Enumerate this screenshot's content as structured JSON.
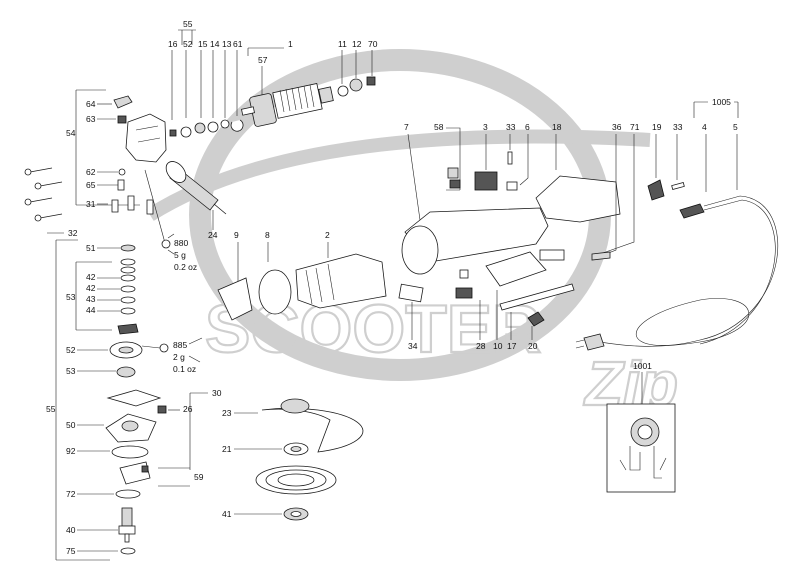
{
  "watermark": {
    "brand_main": "SCOOTER",
    "brand_sub": "Zip"
  },
  "labels": {
    "l55_top": "55",
    "l16": "16",
    "l52_top": "52",
    "l15": "15",
    "l14": "14",
    "l13": "13",
    "l61": "61",
    "l1": "1",
    "l11": "11",
    "l12": "12",
    "l70": "70",
    "l57": "57",
    "l64": "64",
    "l63": "63",
    "l54": "54",
    "l62": "62",
    "l65": "65",
    "l31": "31",
    "l32": "32",
    "l24": "24",
    "l880": "880",
    "w880_g": "5 g",
    "w880_oz": "0.2 oz",
    "l58": "58",
    "l3": "3",
    "l33a": "33",
    "l6": "6",
    "l18": "18",
    "l7": "7",
    "l36": "36",
    "l71": "71",
    "l19": "19",
    "l1005": "1005",
    "l33b": "33",
    "l4": "4",
    "l5": "5",
    "l9": "9",
    "l8": "8",
    "l2": "2",
    "l51": "51",
    "l53a": "53",
    "l42a": "42",
    "l42b": "42",
    "l43": "43",
    "l44": "44",
    "l52": "52",
    "l885": "885",
    "w885_g": "2 g",
    "w885_oz": "0.1 oz",
    "l53b": "53",
    "l34": "34",
    "l28": "28",
    "l10": "10",
    "l17": "17",
    "l20": "20",
    "l30": "30",
    "l26": "26",
    "l50": "50",
    "l92": "92",
    "l59": "59",
    "l72": "72",
    "l40": "40",
    "l75": "75",
    "l55_left": "55",
    "l23": "23",
    "l21": "21",
    "l41": "41",
    "l1001": "1001"
  }
}
